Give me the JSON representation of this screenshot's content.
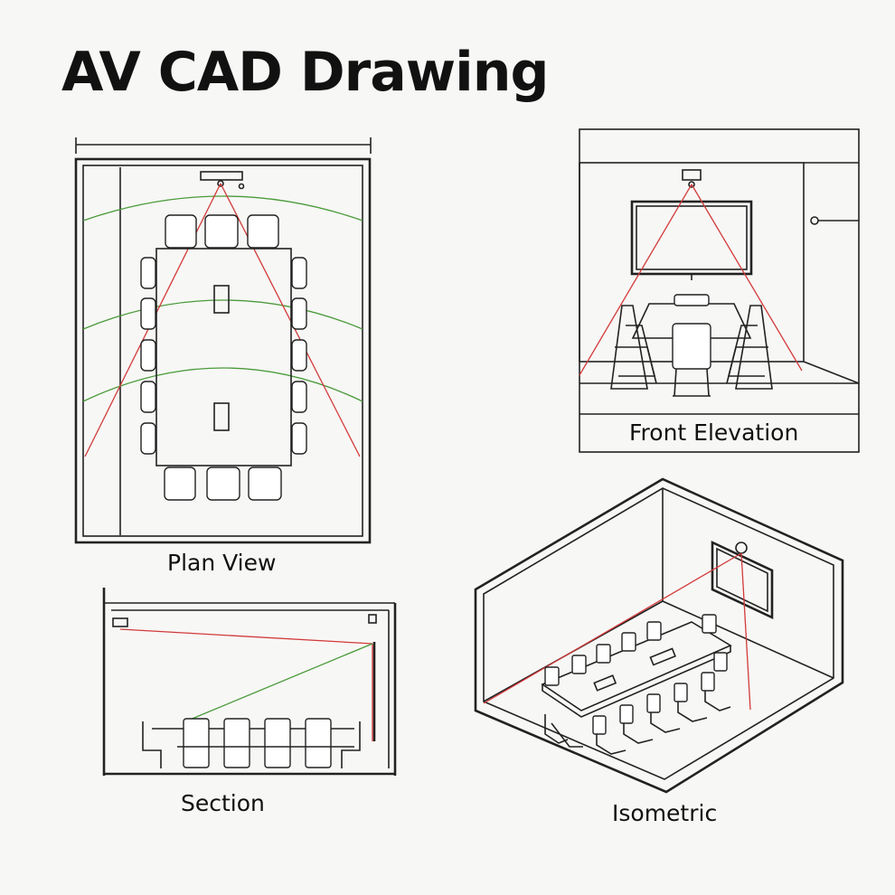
{
  "title": "AV CAD Drawing",
  "views": {
    "plan": "Plan View",
    "front": "Front Elevation",
    "section": "Section",
    "isometric": "Isometric"
  },
  "colors": {
    "camera_view_line": "#d23a3a",
    "coverage_arc": "#4a9a3a",
    "linework": "#222222"
  }
}
